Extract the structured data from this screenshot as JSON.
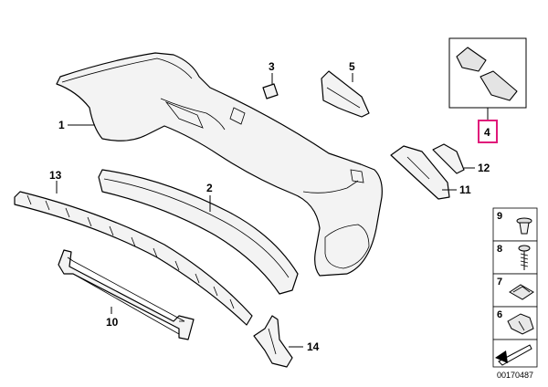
{
  "callouts": {
    "c1": "1",
    "c2": "2",
    "c3": "3",
    "c4": "4",
    "c5": "5",
    "c6": "6",
    "c7": "7",
    "c8": "8",
    "c9": "9",
    "c10": "10",
    "c11": "11",
    "c12": "12",
    "c13": "13",
    "c14": "14"
  },
  "diagram_id": "00170487",
  "colors": {
    "highlight_box": "#e0187a",
    "line": "#000000",
    "part_fill": "#f3f3f3"
  }
}
